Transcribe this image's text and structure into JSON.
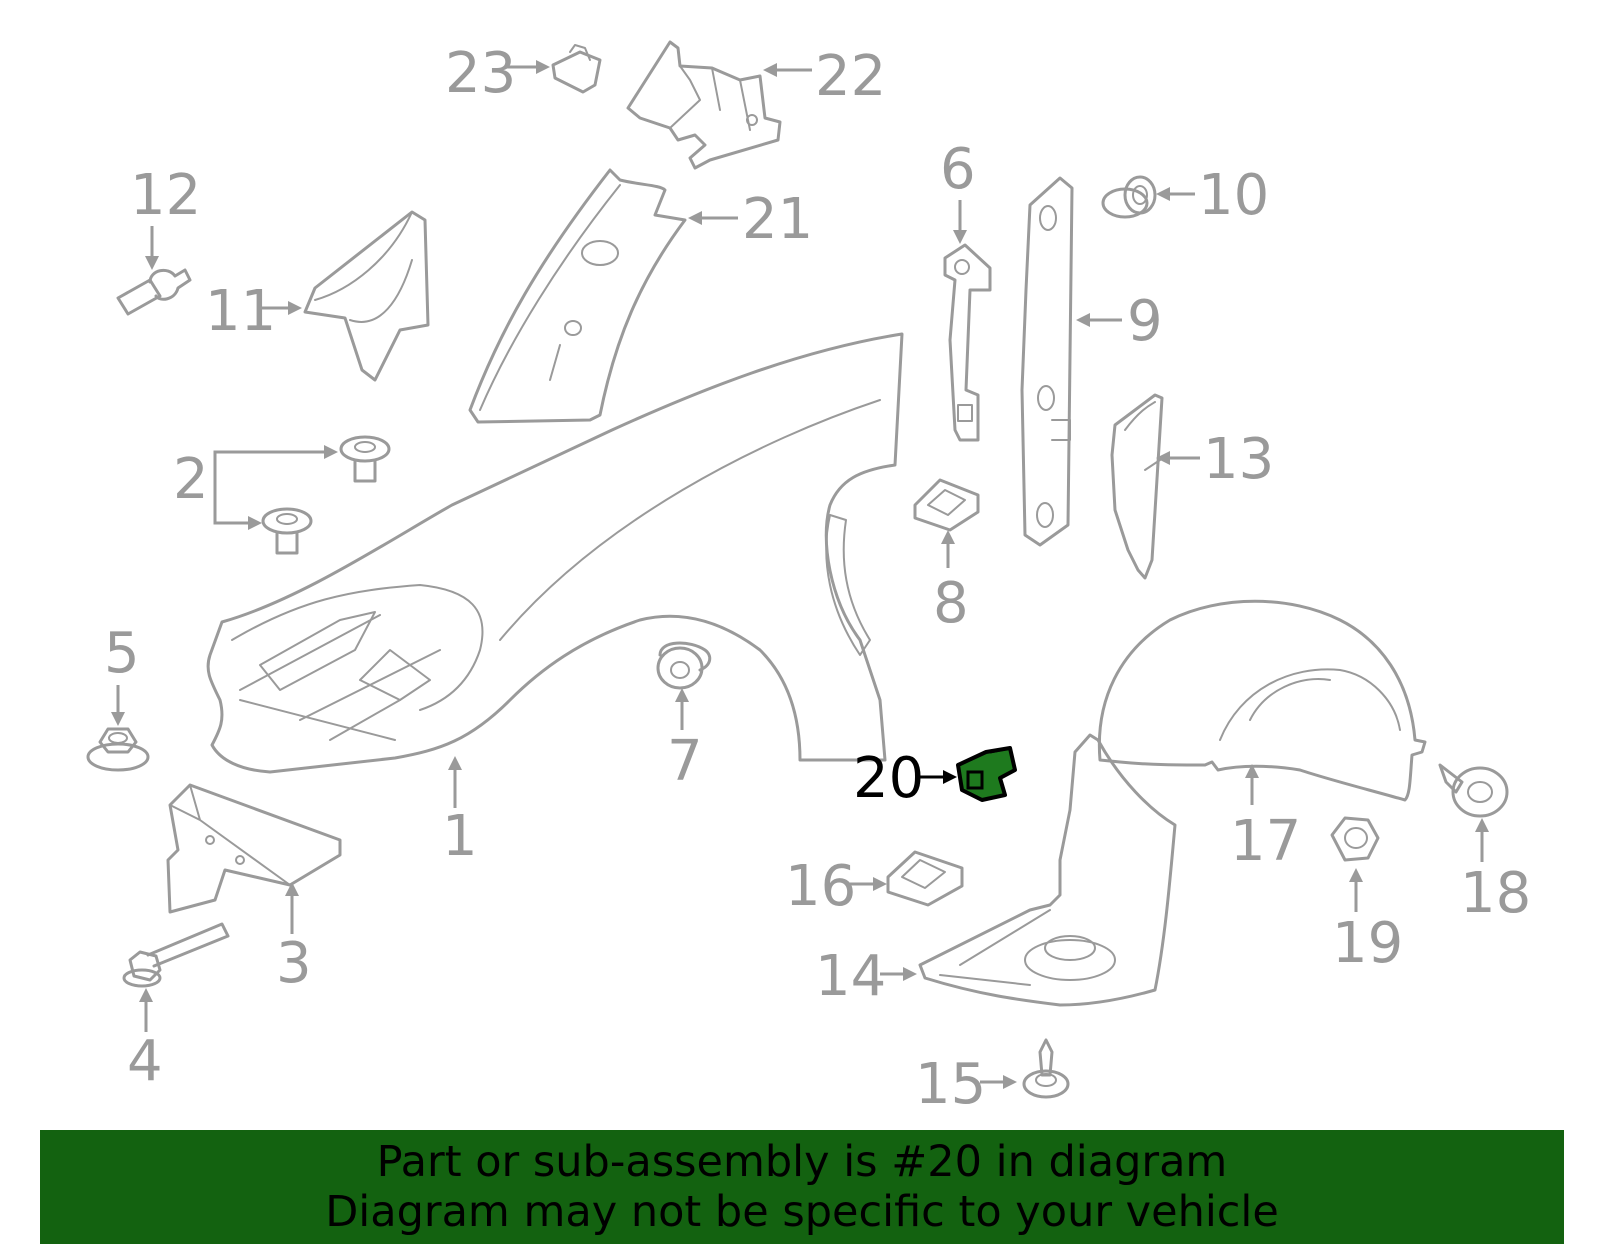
{
  "callouts": {
    "c1": "1",
    "c2": "2",
    "c3": "3",
    "c4": "4",
    "c5": "5",
    "c6": "6",
    "c7": "7",
    "c8": "8",
    "c9": "9",
    "c10": "10",
    "c11": "11",
    "c12": "12",
    "c13": "13",
    "c14": "14",
    "c15": "15",
    "c16": "16",
    "c17": "17",
    "c18": "18",
    "c19": "19",
    "c20": "20",
    "c21": "21",
    "c22": "22",
    "c23": "23"
  },
  "highlight": {
    "part": "20",
    "color": "#1e7a1e"
  },
  "banner": {
    "line1": "Part or sub-assembly is #20 in diagram",
    "line2": "Diagram may not be specific to your vehicle",
    "background": "#136210"
  }
}
